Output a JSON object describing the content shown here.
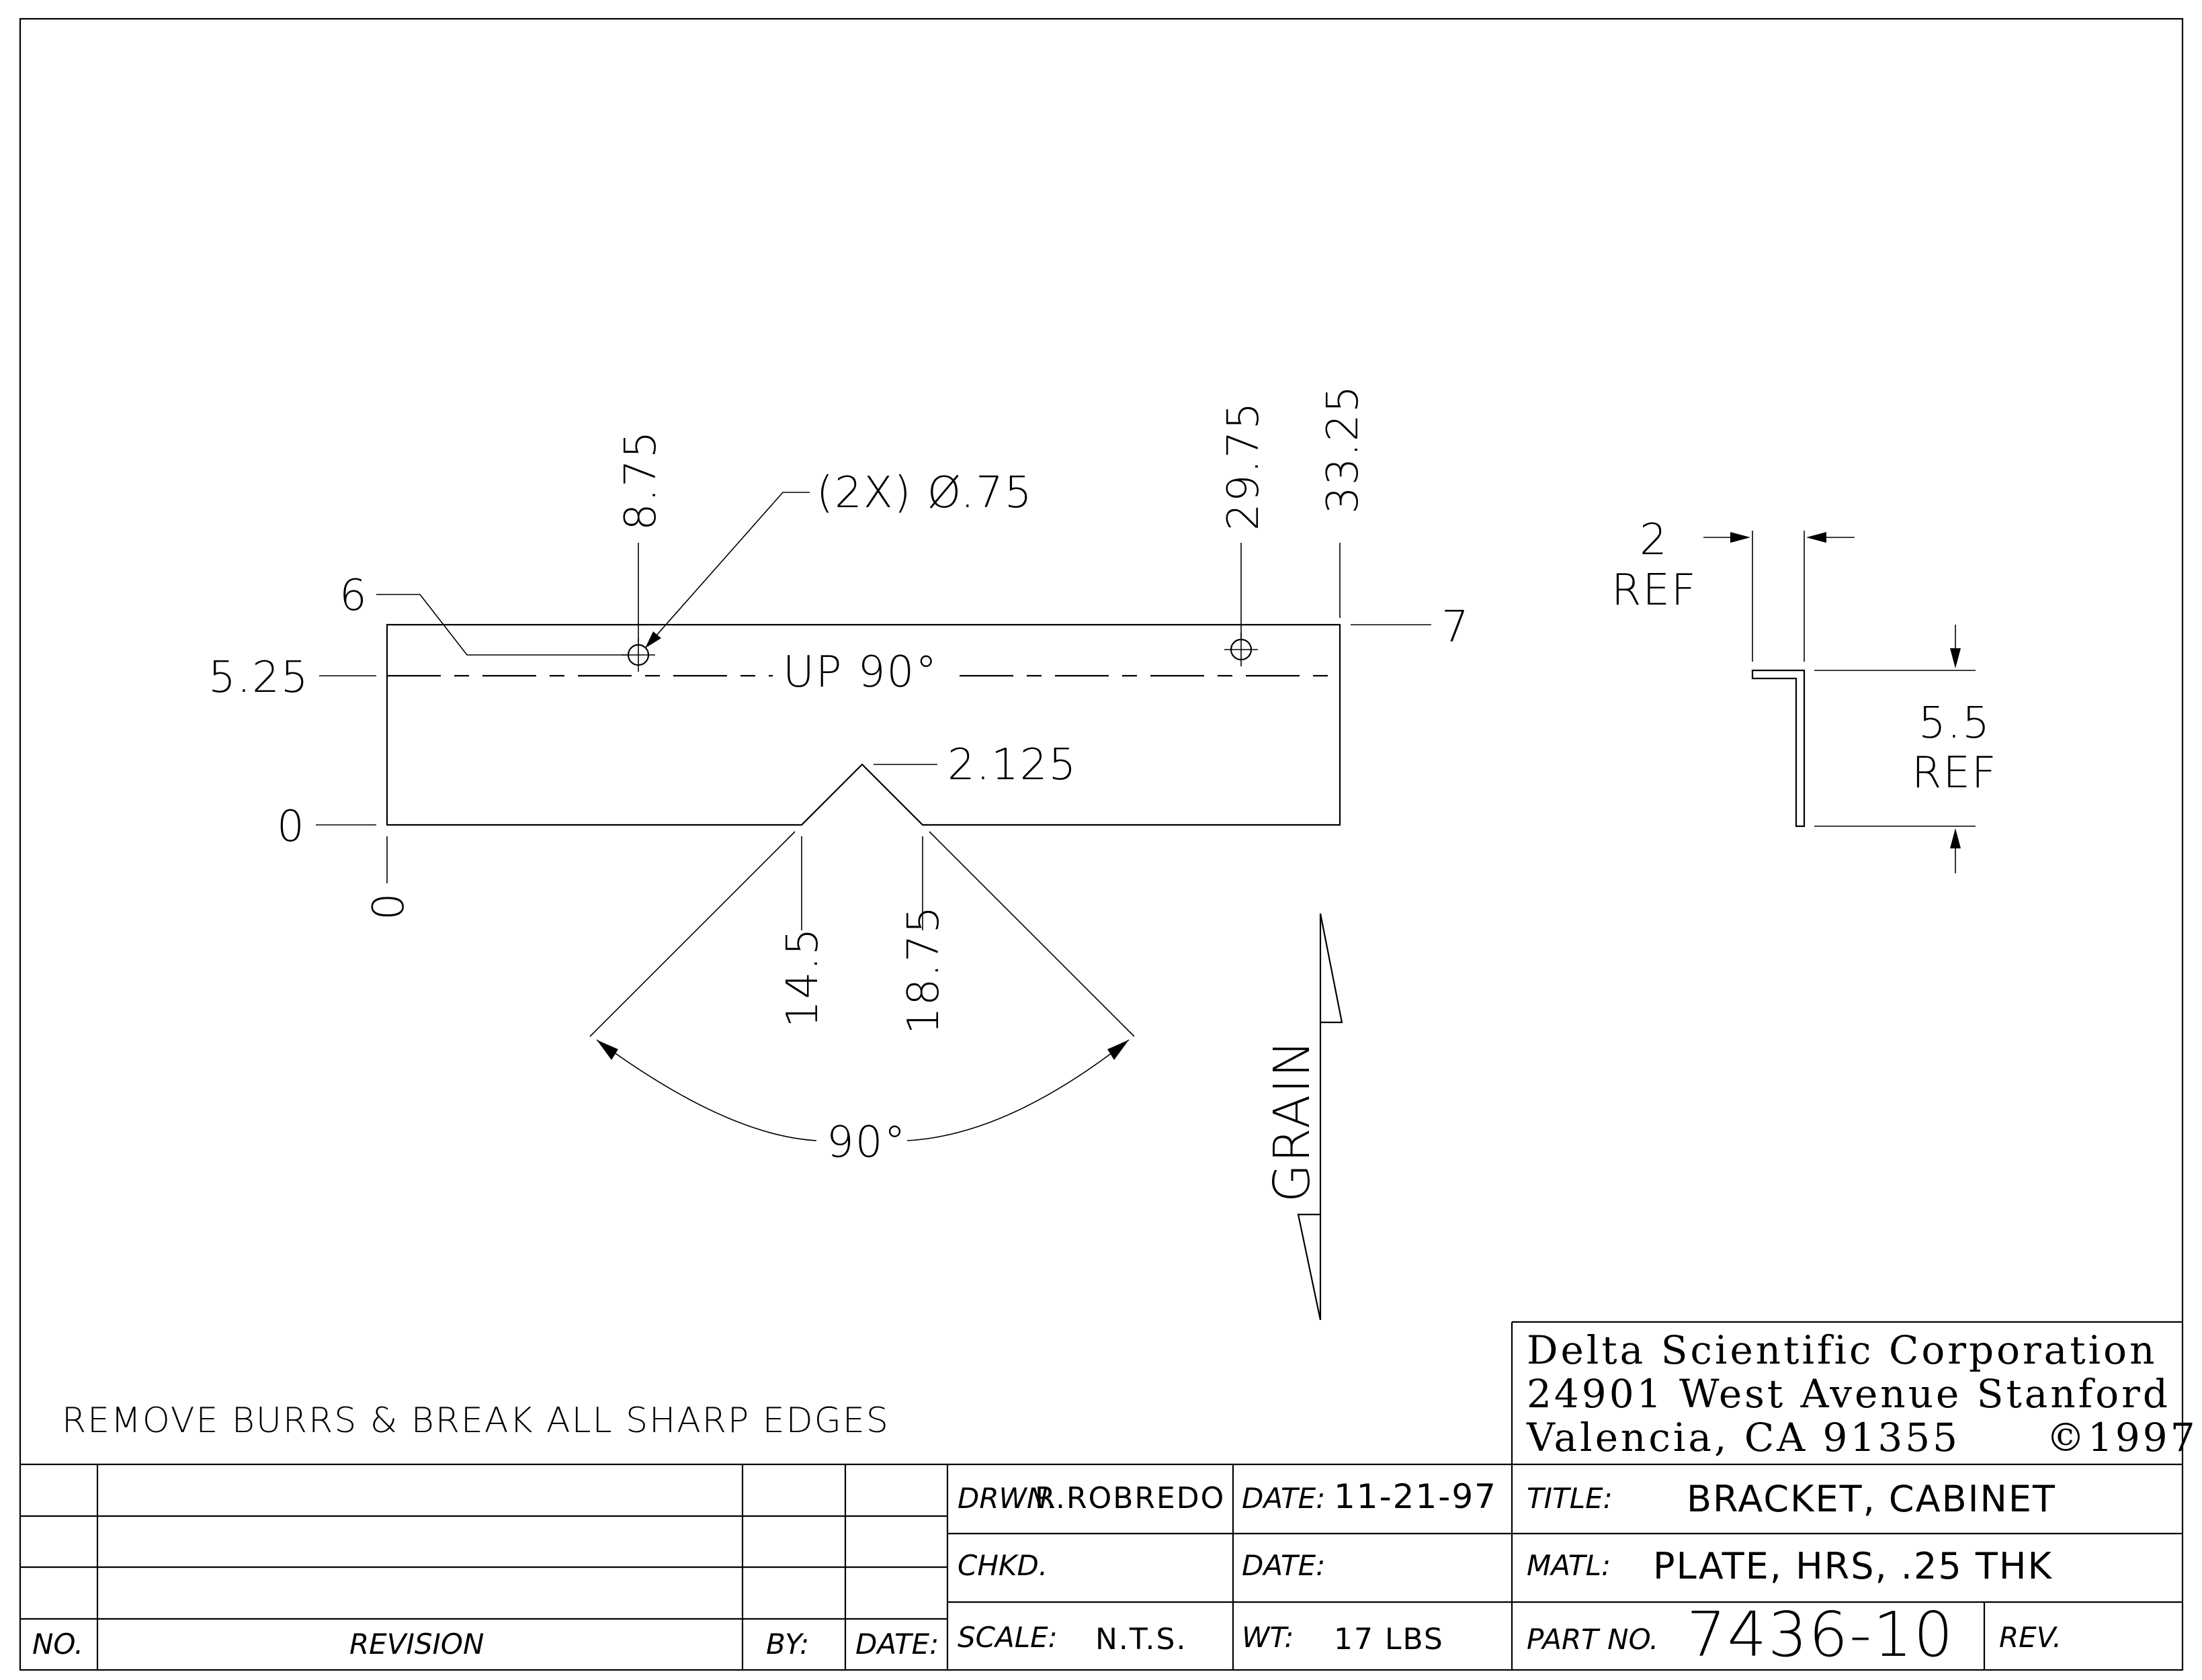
{
  "drawing": {
    "dims": {
      "d_8_75": "8.75",
      "d_29_75": "29.75",
      "d_33_25": "33.25",
      "d_6": "6",
      "d_7": "7",
      "d_5_25": "5.25",
      "d_0_left": "0",
      "d_0_bottom": "0",
      "d_2_125": "2.125",
      "d_14_5": "14.5",
      "d_18_75": "18.75",
      "hole_callout": "(2X) Ø.75",
      "fold_label": "UP 90°",
      "angle": "90°",
      "grain": "GRAIN"
    },
    "side_view": {
      "top_dim": "2",
      "top_ref": "REF",
      "right_dim": "5.5",
      "right_ref": "REF"
    },
    "note": "REMOVE BURRS & BREAK ALL SHARP EDGES"
  },
  "company": {
    "line1": "Delta Scientific Corporation",
    "line2": "24901 West Avenue Stanford",
    "line3": "Valencia, CA 91355",
    "copyright": "©1997"
  },
  "title_block": {
    "drwn_label": "DRWN.",
    "drwn_value": "R.ROBREDO",
    "date_label": "DATE:",
    "date_value": "11-21-97",
    "chkd_label": "CHKD.",
    "date2_label": "DATE:",
    "scale_label": "SCALE:",
    "scale_value": "N.T.S.",
    "wt_label": "WT:",
    "wt_value": "17 LBS",
    "title_label": "TITLE:",
    "title_value": "BRACKET, CABINET",
    "matl_label": "MATL:",
    "matl_value": "PLATE, HRS, .25 THK",
    "part_label": "PART NO.",
    "part_value": "7436-10",
    "rev_label": "REV."
  },
  "revision_table": {
    "no_label": "NO.",
    "revision_label": "REVISION",
    "by_label": "BY:",
    "date_label": "DATE:"
  }
}
